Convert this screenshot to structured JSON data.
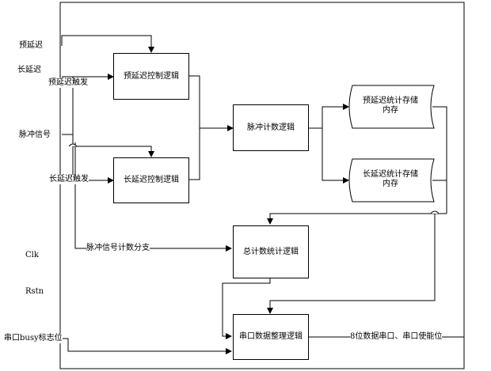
{
  "inputs": {
    "pre_delay": "预延迟",
    "long_delay": "长延迟",
    "pulse_signal": "脉冲信号",
    "clk": "Clk",
    "rstn": "Rstn",
    "uart_busy": "串口busy标志位"
  },
  "wires": {
    "pre_trigger": "预延迟触发",
    "long_trigger": "长延迟触发",
    "pulse_branch": "脉冲信号计数分支",
    "output": "8位数据串口、串口使能位"
  },
  "blocks": {
    "pre_ctrl": "预延迟控制逻辑",
    "long_ctrl": "长延迟控制逻辑",
    "pulse_count": "脉冲计数逻辑",
    "total_count": "总计数统计逻辑",
    "uart_pack": "串口数据整理逻辑"
  },
  "memories": {
    "pre_mem_line1": "预延迟统计存储",
    "pre_mem_line2": "内存",
    "long_mem_line1": "长延迟统计存储",
    "long_mem_line2": "内存"
  }
}
